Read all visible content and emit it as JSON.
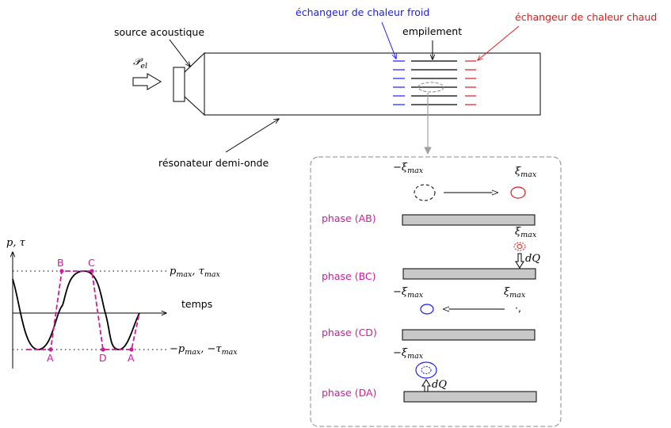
{
  "labels": {
    "source": "source acoustique",
    "cold_exchanger": "échangeur de chaleur froid",
    "hot_exchanger": "échangeur de chaleur chaud",
    "stack": "empilement",
    "resonator": "résonateur demi-onde",
    "power": "𝒫",
    "power_sub": "el",
    "time": "temps",
    "p_tau": "p, τ"
  },
  "graph": {
    "max_label": "p",
    "max_label_sub": "max",
    "max_label_sep": ", τ",
    "min_label": "−p",
    "min_label_sub": "max",
    "min_label_sep": ", −τ",
    "points": [
      "A",
      "B",
      "C",
      "D",
      "A"
    ]
  },
  "phases": [
    {
      "label": "phase (AB)"
    },
    {
      "label": "phase (BC)"
    },
    {
      "label": "phase (CD)"
    },
    {
      "label": "phase (DA)"
    }
  ],
  "xi": {
    "neg": "−ξ",
    "pos": "ξ",
    "sub": "max",
    "dq": "dQ"
  },
  "colors": {
    "blue": "#1a1aff",
    "red": "#e01b1b",
    "magenta": "#cc1c9a",
    "plate": "#c8c8c8",
    "gray_arrow": "#a0a0a0"
  }
}
